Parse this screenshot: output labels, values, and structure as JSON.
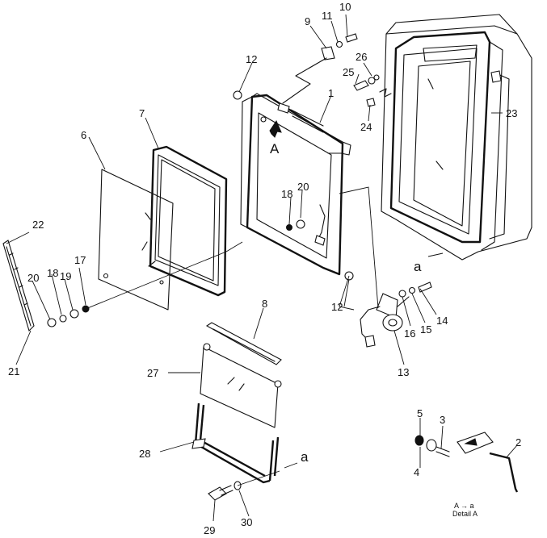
{
  "callouts": {
    "n1": "1",
    "n2": "2",
    "n3": "3",
    "n4": "4",
    "n5": "5",
    "n6": "6",
    "n7": "7",
    "n8": "8",
    "n9": "9",
    "n10": "10",
    "n11": "11",
    "n12a": "12",
    "n12b": "12",
    "n13": "13",
    "n14": "14",
    "n15": "15",
    "n16": "16",
    "n17": "17",
    "n18a": "18",
    "n18b": "18",
    "n19": "19",
    "n20a": "20",
    "n20b": "20",
    "n21": "21",
    "n22": "22",
    "n23": "23",
    "n24": "24",
    "n25": "25",
    "n26": "26",
    "n27": "27",
    "n28": "28",
    "n29": "29",
    "n30": "30"
  },
  "markers": {
    "view_a": "A",
    "ref_a_top": "a",
    "ref_a_bottom": "a"
  },
  "detail": {
    "caption_line1": "A → a",
    "caption_line2": "Detail A"
  }
}
